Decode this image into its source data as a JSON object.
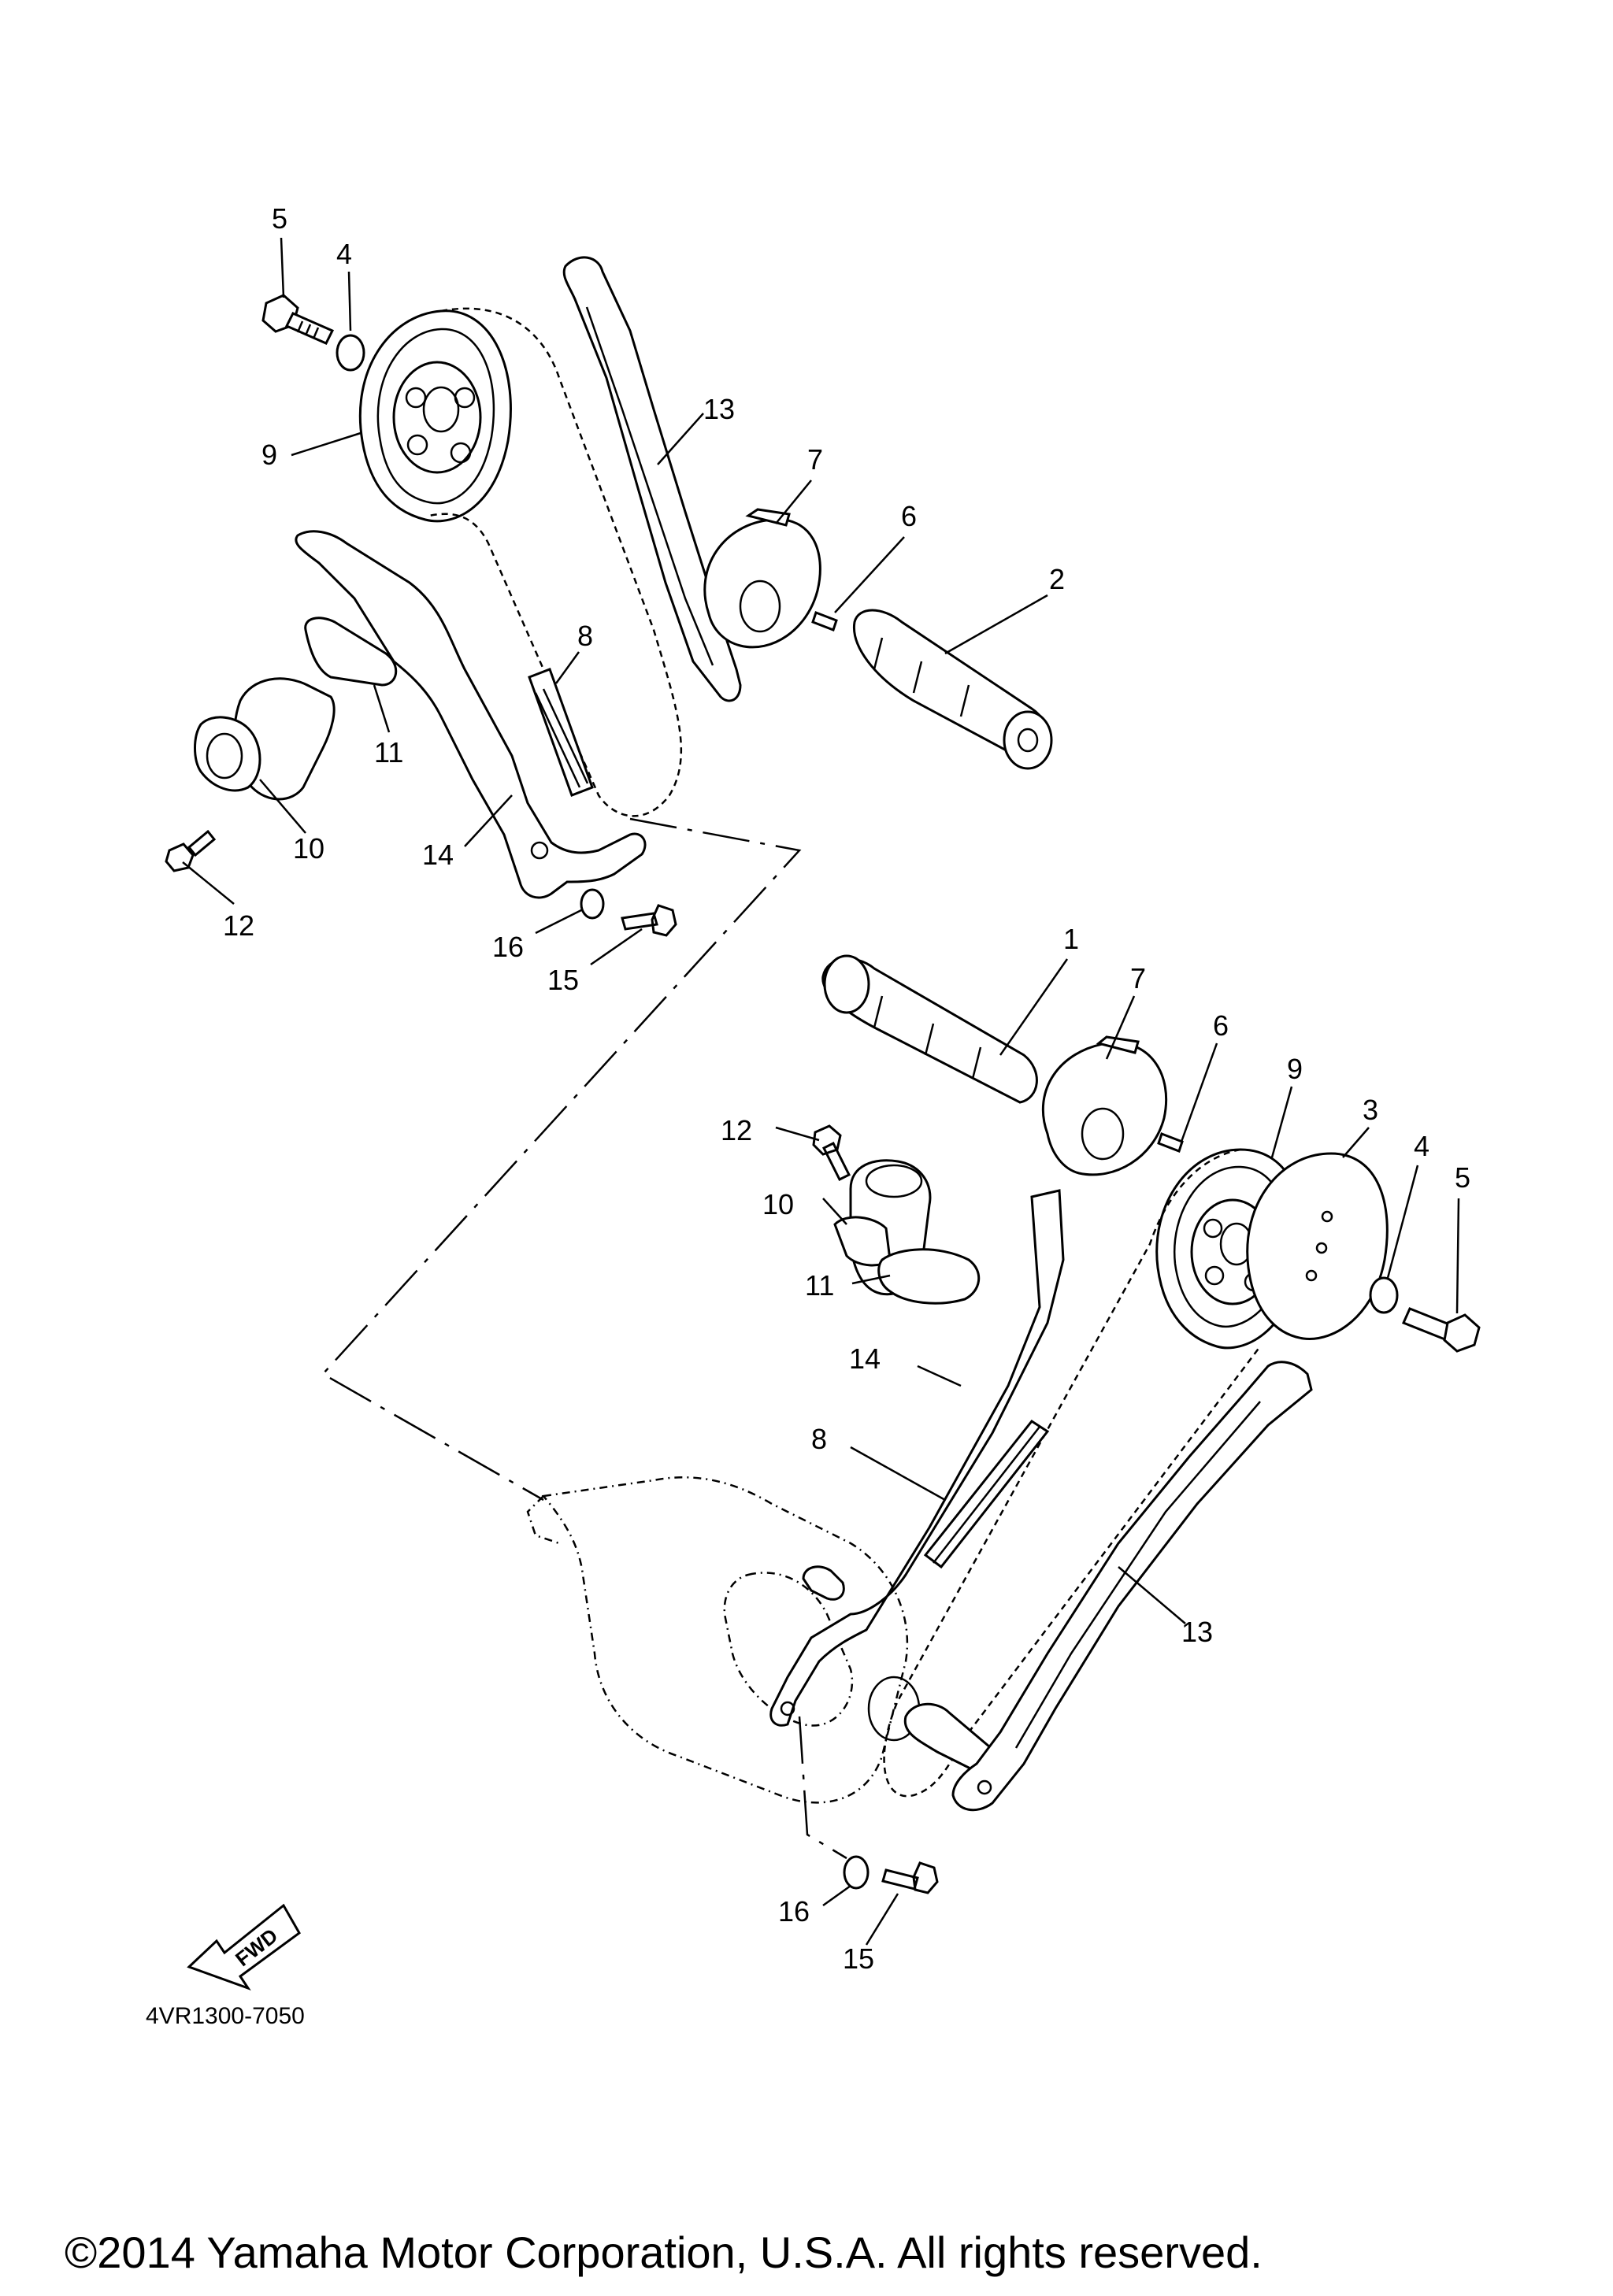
{
  "diagram": {
    "drawing_code": "4VR1300-7050",
    "copyright": "©2014 Yamaha Motor Corporation, U.S.A. All rights reserved.",
    "fwd_label": "FWD",
    "callouts_upper": [
      {
        "id": "u5",
        "text": "5"
      },
      {
        "id": "u4",
        "text": "4"
      },
      {
        "id": "u9",
        "text": "9"
      },
      {
        "id": "u13",
        "text": "13"
      },
      {
        "id": "u7",
        "text": "7"
      },
      {
        "id": "u6",
        "text": "6"
      },
      {
        "id": "u2",
        "text": "2"
      },
      {
        "id": "u8",
        "text": "8"
      },
      {
        "id": "u11",
        "text": "11"
      },
      {
        "id": "u10",
        "text": "10"
      },
      {
        "id": "u14",
        "text": "14"
      },
      {
        "id": "u12",
        "text": "12"
      },
      {
        "id": "u16",
        "text": "16"
      },
      {
        "id": "u15",
        "text": "15"
      }
    ],
    "callouts_lower": [
      {
        "id": "l1",
        "text": "1"
      },
      {
        "id": "l7",
        "text": "7"
      },
      {
        "id": "l6",
        "text": "6"
      },
      {
        "id": "l9",
        "text": "9"
      },
      {
        "id": "l3",
        "text": "3"
      },
      {
        "id": "l4",
        "text": "4"
      },
      {
        "id": "l5",
        "text": "5"
      },
      {
        "id": "l12",
        "text": "12"
      },
      {
        "id": "l10",
        "text": "10"
      },
      {
        "id": "l11",
        "text": "11"
      },
      {
        "id": "l14",
        "text": "14"
      },
      {
        "id": "l8",
        "text": "8"
      },
      {
        "id": "l13",
        "text": "13"
      },
      {
        "id": "l16",
        "text": "16"
      },
      {
        "id": "l15",
        "text": "15"
      }
    ]
  }
}
